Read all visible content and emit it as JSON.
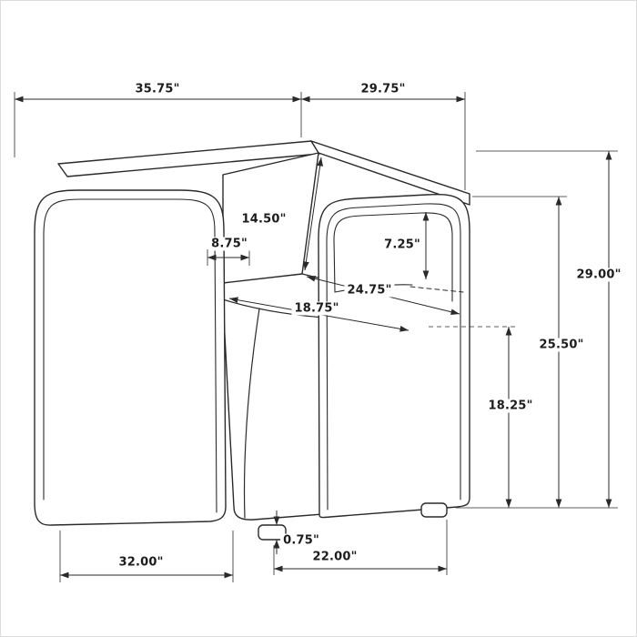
{
  "diagram": {
    "subject": "upholstered armchair dimension drawing",
    "view": "three-quarter front line drawing with dimension callouts"
  },
  "colors": {
    "background": "#ffffff",
    "line": "#2a2a2a",
    "label_text": "#1c1c1c"
  },
  "dimensions": {
    "top_width": "35.75\"",
    "top_depth": "29.75\"",
    "back_height": "14.50\"",
    "arm_thickness": "8.75\"",
    "inner_arm_height": "7.25\"",
    "overall_height": "29.00\"",
    "seat_depth": "24.75\"",
    "seat_width": "18.75\"",
    "arm_height": "25.50\"",
    "seat_height": "18.25\"",
    "foot_height": "0.75\"",
    "base_depth": "32.00\"",
    "base_width": "22.00\""
  }
}
